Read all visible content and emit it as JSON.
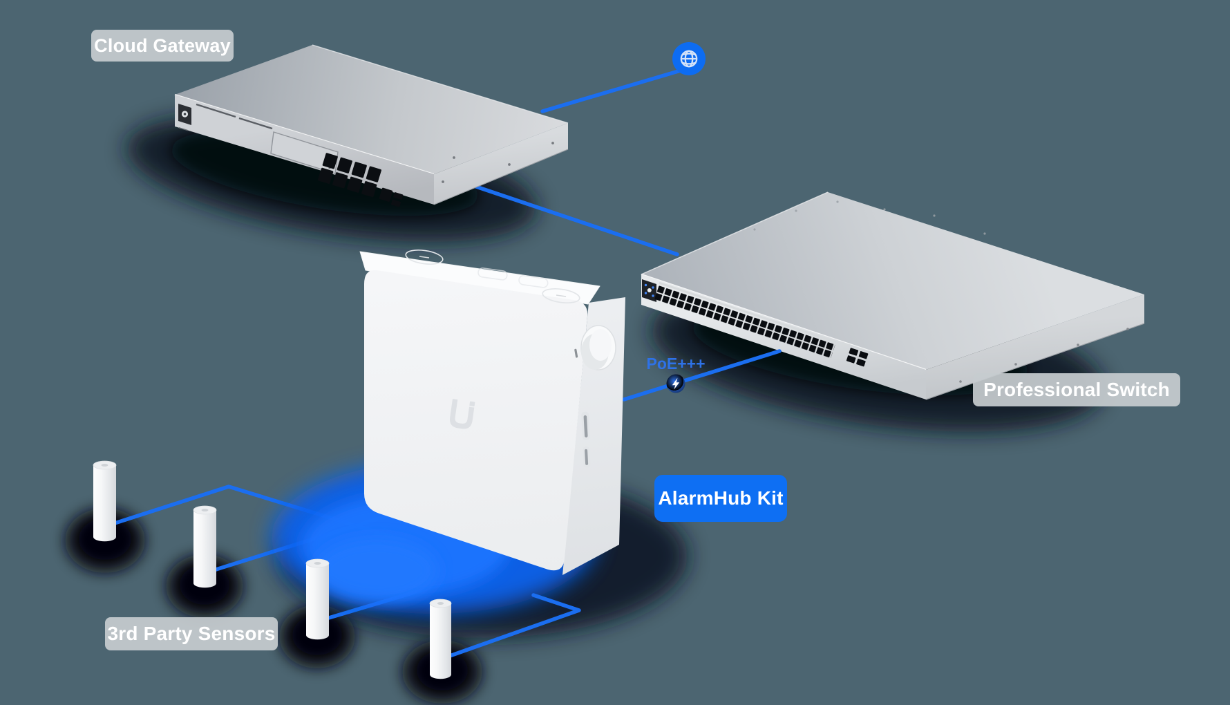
{
  "background_color": "#4c6571",
  "accent_blue": "#1b6ef0",
  "labels": {
    "cloud_gateway": "Cloud Gateway",
    "professional_switch": "Professional Switch",
    "alarmhub_kit": "AlarmHub Kit",
    "third_party_sensors": "3rd Party Sensors",
    "poe_annotation": "PoE+++"
  },
  "label_colors": {
    "gray_background": "rgba(198,203,207,0.93)",
    "blue_background": "#0e6ff3",
    "text": "#ffffff",
    "poe_text": "#2e72e8"
  },
  "icons": {
    "internet": "globe-icon",
    "poe_power": "lightning-icon"
  },
  "devices": [
    {
      "id": "cloud-gateway",
      "label": "Cloud Gateway"
    },
    {
      "id": "professional-switch",
      "label": "Professional Switch"
    },
    {
      "id": "alarmhub-kit",
      "label": "AlarmHub Kit"
    },
    {
      "id": "third-party-sensors",
      "label": "3rd Party Sensors",
      "sensor_count": 4
    }
  ],
  "connections": [
    {
      "from": "cloud-gateway",
      "to": "internet",
      "icon": "globe-icon"
    },
    {
      "from": "cloud-gateway",
      "to": "professional-switch"
    },
    {
      "from": "professional-switch",
      "to": "alarmhub-kit",
      "annotation": "PoE+++",
      "icon": "lightning-icon"
    },
    {
      "from": "alarmhub-kit",
      "to": "third-party-sensors",
      "lines": 4
    }
  ]
}
